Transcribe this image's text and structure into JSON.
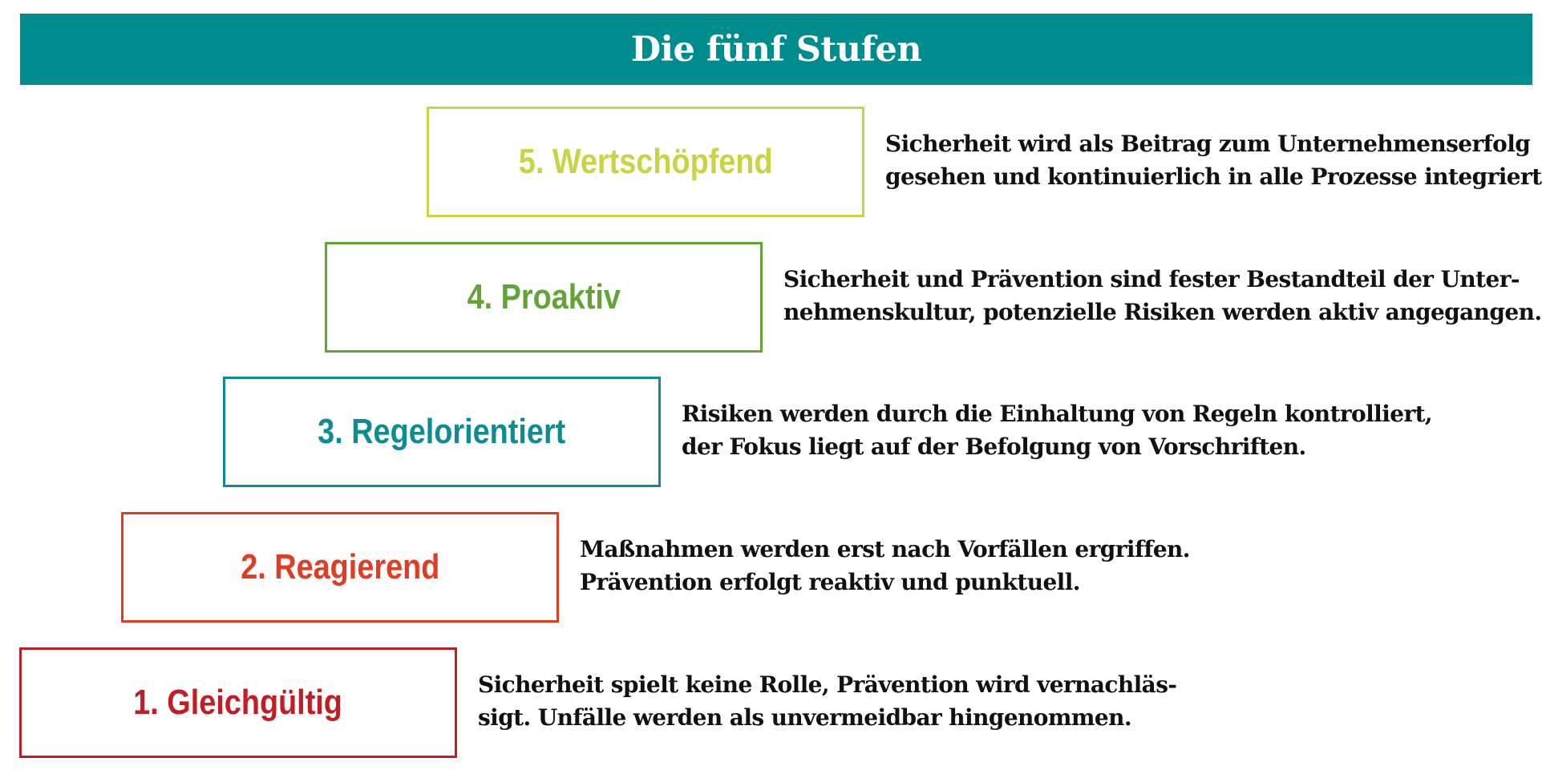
{
  "header": {
    "title": "Die fünf Stufen"
  },
  "stages": [
    {
      "label": "5. Wertschöpfend",
      "color": "#c9d444",
      "lines": [
        "Sicherheit wird als Beitrag zum Unternehmenserfolg",
        "gesehen und kontinuierlich in alle Prozesse integriert."
      ]
    },
    {
      "label": "4. Proaktiv",
      "color": "#62a534",
      "lines": [
        "Sicherheit und Prävention sind fester Bestandteil der Unter-",
        "nehmenskultur, potenzielle Risiken werden aktiv angegangen."
      ]
    },
    {
      "label": "3. Regelorientiert",
      "color": "#0b8d93",
      "lines": [
        "Risiken werden durch die Einhaltung von Regeln kontrolliert,",
        "der Fokus liegt auf der Befolgung von Vorschriften."
      ]
    },
    {
      "label": "2. Reagierend",
      "color": "#e23c22",
      "lines": [
        "Maßnahmen werden erst nach Vorfällen ergriffen.",
        "Prävention erfolgt reaktiv und punktuell."
      ]
    },
    {
      "label": "1. Gleichgültig",
      "color": "#c11d23",
      "lines": [
        "Sicherheit spielt keine Rolle, Prävention wird vernachläs-",
        "sigt. Unfälle werden als unvermeidbar hingenommen."
      ]
    }
  ]
}
